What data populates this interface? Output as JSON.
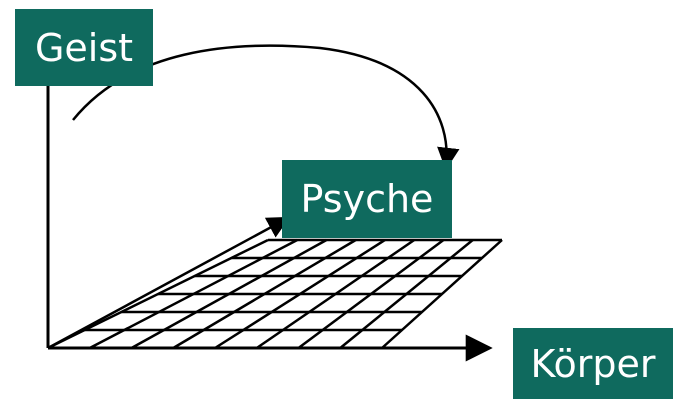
{
  "diagram": {
    "labels": {
      "geist": "Geist",
      "psyche": "Psyche",
      "koerper": "Körper"
    },
    "colors": {
      "label_background": "#0f6a5e",
      "label_text": "#ffffff",
      "lines": "#000000"
    },
    "grid": {
      "rows": 6,
      "columns": 8
    }
  }
}
